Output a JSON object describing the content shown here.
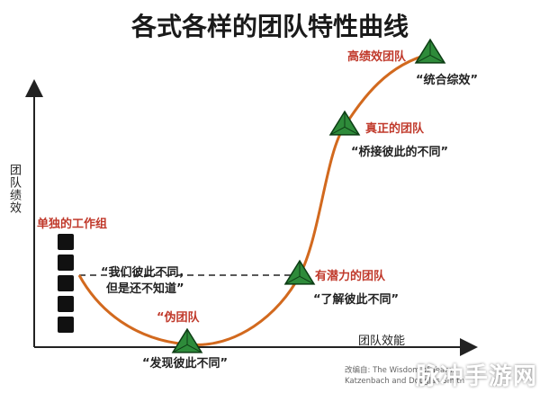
{
  "title": "各式各样的团队特性曲线",
  "axes": {
    "y_label": "团队绩效",
    "x_label": "团队效能"
  },
  "working_group": {
    "label": "单独的工作组",
    "quote_line1": "“我们彼此不同，",
    "quote_line2": "但是还不知道”"
  },
  "stages": [
    {
      "label": "“伪团队",
      "quote": "“发现彼此不同”"
    },
    {
      "label": "有潜力的团队",
      "quote": "“了解彼此不同”"
    },
    {
      "label": "真正的团队",
      "quote": "“桥接彼此的不同”"
    },
    {
      "label": "高绩效团队",
      "quote": "“统合综效”"
    }
  ],
  "source": {
    "line1": "改编自: The Wisdom of Teams",
    "line2": "Katzenbach and Douglas Smith"
  },
  "watermark": "脉冲手游网",
  "colors": {
    "label_red": "#c0392b",
    "curve": "#d2691e",
    "triangle_fill": "#2e8b3a",
    "triangle_stroke": "#0d3d15",
    "axis": "#222222"
  }
}
